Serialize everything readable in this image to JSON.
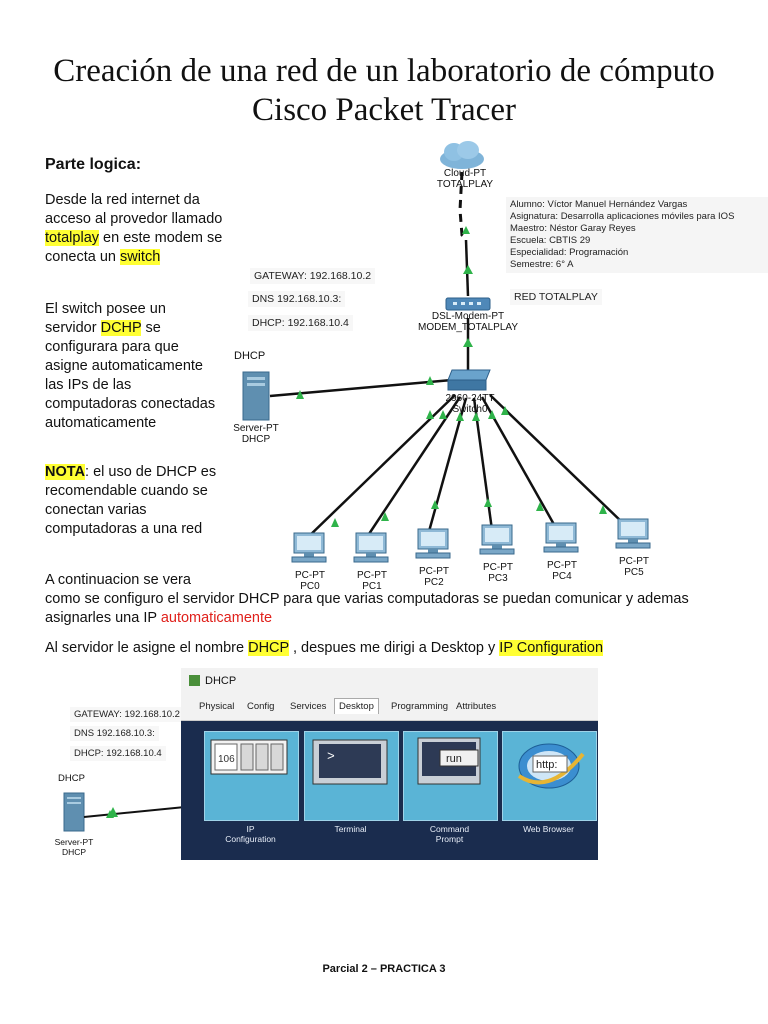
{
  "title": {
    "line1": "Creación de una red de un laboratorio de cómputo",
    "line2": "Cisco Packet Tracer"
  },
  "left_text": {
    "heading": "Parte logica:",
    "p1_a": "Desde la red internet da acceso al provedor llamado ",
    "p1_hl1": "totalplay",
    "p1_b": " en este modem se conecta un ",
    "p1_hl2": "switch",
    "p2_a": "El switch posee un servidor ",
    "p2_hl": "DCHP",
    "p2_b": " se configurara para que asigne automaticamente las IPs de las computadoras conectadas automaticamente",
    "p3_hl": "NOTA",
    "p3_b": ": el uso de DHCP es recomendable cuando se conectan varias computadoras a una red",
    "p4_a": "A continuacion se vera",
    "p4_b": "como se configuro el servidor DHCP para que varias computadoras se puedan comunicar y ademas asignarles una IP ",
    "p4_red": "automaticamente",
    "p5_a": "Al servidor le asigne el nombre ",
    "p5_hl1": "DHCP",
    "p5_b": " , despues me dirigi a Desktop y ",
    "p5_hl2": "IP Configuration"
  },
  "topology": {
    "cloud_label": "Cloud-PT",
    "cloud_name": "TOTALPLAY",
    "gateway": "GATEWAY:  192.168.10.2",
    "dns": "DNS 192.168.10.3:",
    "dhcp_ip": "DHCP: 192.168.10.4",
    "dhcp_title": "DHCP",
    "server_label": "Server-PT",
    "server_name": "DHCP",
    "modem_label": "DSL-Modem-PT",
    "modem_name": "MODEM_TOTALPLAY",
    "red_label": "RED TOTALPLAY",
    "switch_label": "2960-24TT",
    "switch_name": "Switch0",
    "pcs": [
      {
        "type": "PC-PT",
        "name": "PC0"
      },
      {
        "type": "PC-PT",
        "name": "PC1"
      },
      {
        "type": "PC-PT",
        "name": "PC2"
      },
      {
        "type": "PC-PT",
        "name": "PC3"
      },
      {
        "type": "PC-PT",
        "name": "PC4"
      },
      {
        "type": "PC-PT",
        "name": "PC5"
      }
    ],
    "info": {
      "alumno": "Alumno: Víctor Manuel Hernández Vargas",
      "asignatura": "Asignatura: Desarrolla aplicaciones móviles para IOS",
      "maestro": "Maestro: Néstor Garay Reyes",
      "escuela": "Escuela: CBTIS 29",
      "especialidad": "Especialidad: Programación",
      "semestre": "Semestre: 6° A"
    }
  },
  "bottom_topology": {
    "gateway": "GATEWAY:  192.168.10.2",
    "dns": "DNS 192.168.10.3:",
    "dhcp_ip": "DHCP: 192.168.10.4",
    "dhcp_title": "DHCP",
    "server_label": "Server-PT",
    "server_name": "DHCP"
  },
  "pt_window": {
    "title": "DHCP",
    "tabs": [
      "Physical",
      "Config",
      "Services",
      "Desktop",
      "Programming",
      "Attributes"
    ],
    "active_tab": "Desktop",
    "apps": [
      {
        "label1": "IP",
        "label2": "Configuration",
        "icon_text": "106"
      },
      {
        "label1": "Terminal",
        "label2": "",
        "icon_text": ">"
      },
      {
        "label1": "Command",
        "label2": "Prompt",
        "icon_text": "run"
      },
      {
        "label1": "Web Browser",
        "label2": "",
        "icon_text": "http:"
      }
    ]
  },
  "footer": "Parcial 2 – PRACTICA  3",
  "colors": {
    "highlight": "#ffff33",
    "red_text": "#e0201b",
    "pt_background": "#1a2c4e",
    "pt_app": "#5ab4d6",
    "link_arrow": "#2fb34a"
  }
}
